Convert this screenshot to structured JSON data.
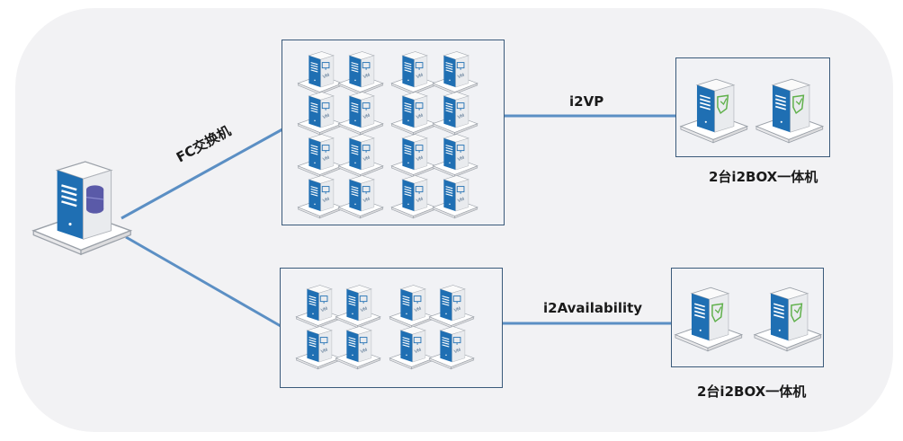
{
  "diagram": {
    "switch_label": "FC交换机",
    "links": [
      {
        "label": "i2VP"
      },
      {
        "label": "i2Availability"
      }
    ],
    "groups": [
      {
        "name": "top-vm-cluster",
        "vm_count": 16,
        "vm_badge": "VM"
      },
      {
        "name": "bottom-vm-cluster",
        "vm_count": 8,
        "vm_badge": "VM"
      }
    ],
    "targets": [
      {
        "label": "2台i2BOX一体机",
        "unit_count": 2
      },
      {
        "label": "2台i2BOX一体机",
        "unit_count": 2
      }
    ],
    "colors": {
      "link": "#5b8fc4",
      "server_blue": "#1f6fb3",
      "storage_purple": "#5a5aa8",
      "shield_green": "#5fb04a",
      "box_border": "#3a5a7a",
      "panel_bg": "#f2f2f4"
    }
  }
}
